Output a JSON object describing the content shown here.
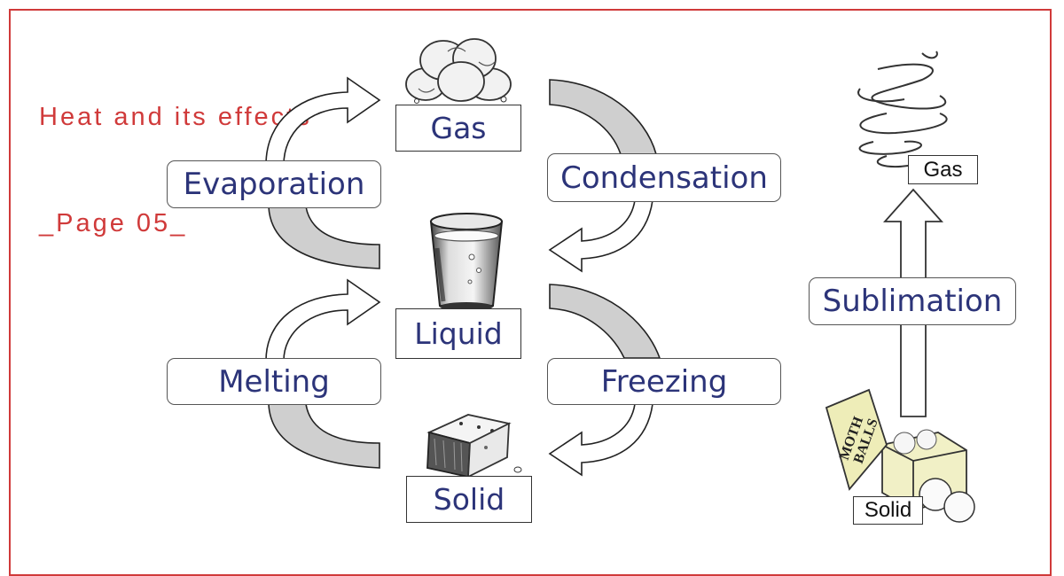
{
  "header": {
    "title_line1": "Heat and its effects",
    "title_line2": "_Page 05_"
  },
  "states": {
    "gas": "Gas",
    "liquid": "Liquid",
    "solid": "Solid"
  },
  "processes": {
    "evaporation": "Evaporation",
    "condensation": "Condensation",
    "melting": "Melting",
    "freezing": "Freezing",
    "sublimation": "Sublimation"
  },
  "sublimation_example": {
    "gas_label": "Gas",
    "solid_label": "Solid",
    "box_text_line1": "MOTH",
    "box_text_line2": "BALLS"
  },
  "colors": {
    "title": "#d03a3a",
    "label_text": "#2c3479",
    "arrow_fill": "#cfcfcf"
  }
}
